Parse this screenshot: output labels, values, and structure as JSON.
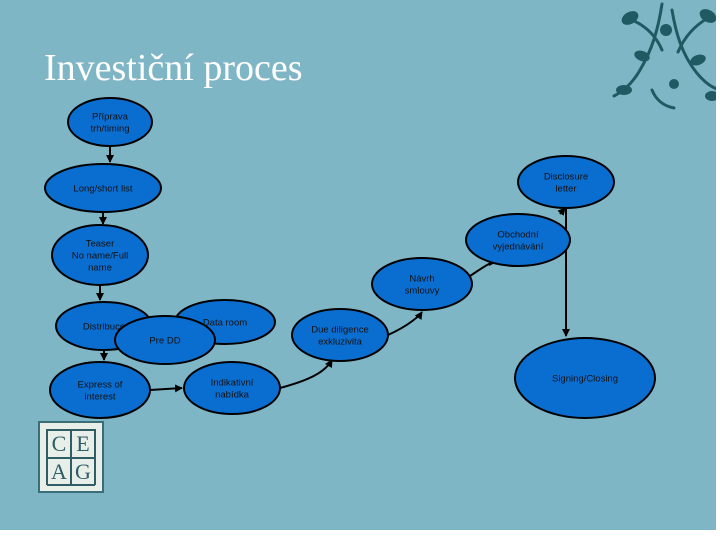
{
  "slide": {
    "title": "Investiční proces",
    "background_color": "#7fb6c6",
    "node_color": "#0a6ed1",
    "arrow_color": "#000000"
  },
  "nodes": [
    {
      "id": "priprava",
      "lines": [
        "Příprava",
        "trh/timing"
      ]
    },
    {
      "id": "long-short-list",
      "lines": [
        "Long/short list"
      ]
    },
    {
      "id": "teaser",
      "lines": [
        "Teaser",
        "No name/Full",
        "name"
      ]
    },
    {
      "id": "distribuce",
      "lines": [
        "Distribuce"
      ]
    },
    {
      "id": "data-room",
      "lines": [
        "Data room"
      ]
    },
    {
      "id": "pre-dd",
      "lines": [
        "Pre DD"
      ]
    },
    {
      "id": "express-of-interest",
      "lines": [
        "Express of",
        "interest"
      ]
    },
    {
      "id": "indikativni-nabidka",
      "lines": [
        "Indikativní",
        "nabídka"
      ]
    },
    {
      "id": "due-diligence",
      "lines": [
        "Due diligence",
        "exkluzivita"
      ]
    },
    {
      "id": "navrh-smlouvy",
      "lines": [
        "Návrh",
        "smlouvy"
      ]
    },
    {
      "id": "obchodni-vyjednavani",
      "lines": [
        "Obchodní",
        "vyjednávání"
      ]
    },
    {
      "id": "disclosure-letter",
      "lines": [
        "Disclosure",
        "letter"
      ]
    },
    {
      "id": "signing-closing",
      "lines": [
        "Signing/Closing"
      ]
    }
  ],
  "logo": {
    "letters": [
      "C",
      "E",
      "A",
      "G"
    ]
  }
}
